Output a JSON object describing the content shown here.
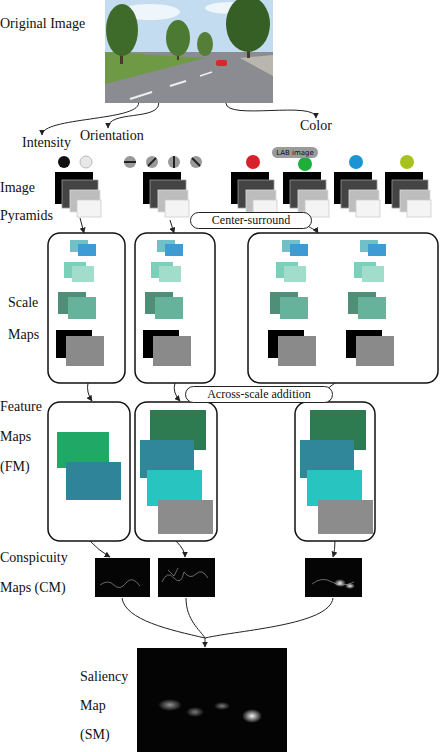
{
  "diagram": {
    "nodes": [
      {
        "text": [
          "Original Image"
        ]
      },
      {
        "text": [
          "Intensity"
        ]
      },
      {
        "text": [
          "Orientation"
        ]
      },
      {
        "text": [
          "Color"
        ]
      },
      {
        "text": [
          "LAB image"
        ]
      },
      {
        "text": [
          "Center-surround"
        ]
      },
      {
        "text": [
          "Across-scale addition"
        ]
      }
    ],
    "edges": [
      {
        "from": 0,
        "to": 1,
        "arrow": "to"
      },
      {
        "from": 0,
        "to": 2,
        "arrow": "to"
      },
      {
        "from": 0,
        "to": 3,
        "arrow": "to"
      }
    ],
    "labels": [
      "Image Pyramids",
      "Scale Maps",
      "Feature Maps (FM)",
      "Conspicuity Maps (CM)",
      "Saliency Map (SM)"
    ]
  }
}
